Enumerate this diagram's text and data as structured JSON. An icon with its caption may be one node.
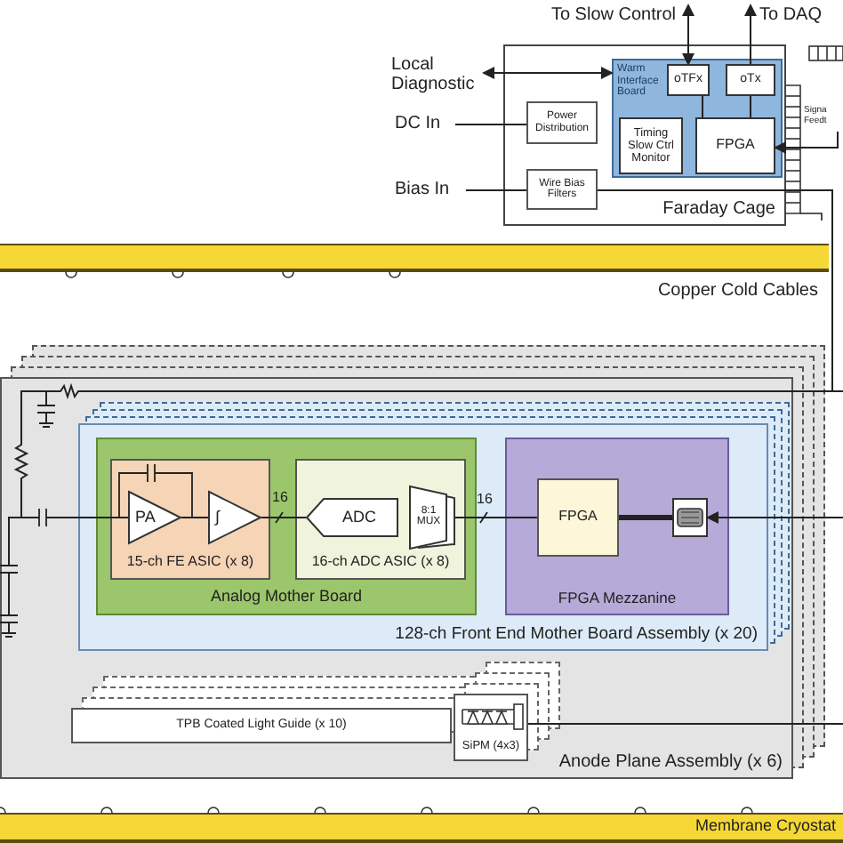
{
  "diagram": {
    "nodes": [
      {
        "text": [
          "To Slow Control"
        ]
      },
      {
        "text": [
          "To DAQ"
        ]
      },
      {
        "text": [
          "Local Diagnostic"
        ]
      },
      {
        "text": [
          "DC In"
        ]
      },
      {
        "text": [
          "Bias In"
        ]
      },
      {
        "text": [
          "Faraday Cage"
        ]
      },
      {
        "text": [
          "Warm Interface Board"
        ],
        "in": 5
      },
      {
        "text": [
          "oTFx"
        ],
        "in": 6
      },
      {
        "text": [
          "oTx"
        ],
        "in": 6
      },
      {
        "text": [
          "Timing Slow Ctrl Monitor"
        ],
        "in": 6
      },
      {
        "text": [
          "FPGA"
        ],
        "in": 6
      },
      {
        "text": [
          "Power Distribution"
        ],
        "in": 5
      },
      {
        "text": [
          "Wire Bias Filters"
        ],
        "in": 5
      },
      {
        "text": [
          "Signa Feedt"
        ]
      },
      {
        "text": [
          "Copper Cold Cables"
        ]
      },
      {
        "text": [
          "Anode Plane Assembly (x 6)"
        ]
      },
      {
        "text": [
          "128-ch Front End Mother Board Assembly (x 20)"
        ],
        "in": 15
      },
      {
        "text": [
          "Analog Mother Board"
        ],
        "in": 16
      },
      {
        "text": [
          "15-ch FE ASIC (x 8)"
        ],
        "in": 17
      },
      {
        "text": [
          "PA"
        ],
        "in": 18
      },
      {
        "text": [
          "∫"
        ],
        "in": 18
      },
      {
        "text": [
          "16-ch ADC ASIC (x 8)"
        ],
        "in": 17
      },
      {
        "text": [
          "ADC"
        ],
        "in": 21
      },
      {
        "text": [
          "8:1 MUX"
        ],
        "in": 21
      },
      {
        "text": [
          "FPGA Mezzanine"
        ],
        "in": 16
      },
      {
        "text": [
          "FPGA"
        ],
        "in": 24
      },
      {
        "text": [],
        "shape": "box",
        "in": 24
      },
      {
        "text": [
          "TPB Coated Light Guide (x 10)"
        ],
        "in": 15
      },
      {
        "text": [
          "SiPM (4x3)"
        ],
        "in": 15
      },
      {
        "text": [
          "Membrane Cryostat"
        ]
      }
    ],
    "edges": [
      {
        "from": 7,
        "to": 0,
        "arrow": "both"
      },
      {
        "from": 8,
        "to": 1,
        "arrow": "to"
      },
      {
        "from": 2,
        "to": 6,
        "arrow": "both"
      },
      {
        "from": 3,
        "to": 11,
        "arrow": "none"
      },
      {
        "from": 4,
        "to": 12,
        "arrow": "none"
      },
      {
        "from": 13,
        "to": 10,
        "arrow": "to"
      },
      {
        "from": 19,
        "to": 20,
        "arrow": "none"
      },
      {
        "from": 20,
        "to": 22,
        "arrow": "none",
        "label": "16"
      },
      {
        "from": 23,
        "to": 25,
        "arrow": "none",
        "label": "16"
      },
      {
        "from": 25,
        "to": 26,
        "arrow": "none",
        "style": "thick"
      },
      {
        "from": null,
        "to": 26,
        "arrow": "to"
      },
      {
        "from": 28,
        "to": null,
        "arrow": "none"
      },
      {
        "from": 7,
        "to": 10,
        "arrow": "none"
      },
      {
        "from": 8,
        "to": 10,
        "arrow": "none"
      },
      {
        "from": 12,
        "to": 19,
        "arrow": "none"
      }
    ]
  }
}
